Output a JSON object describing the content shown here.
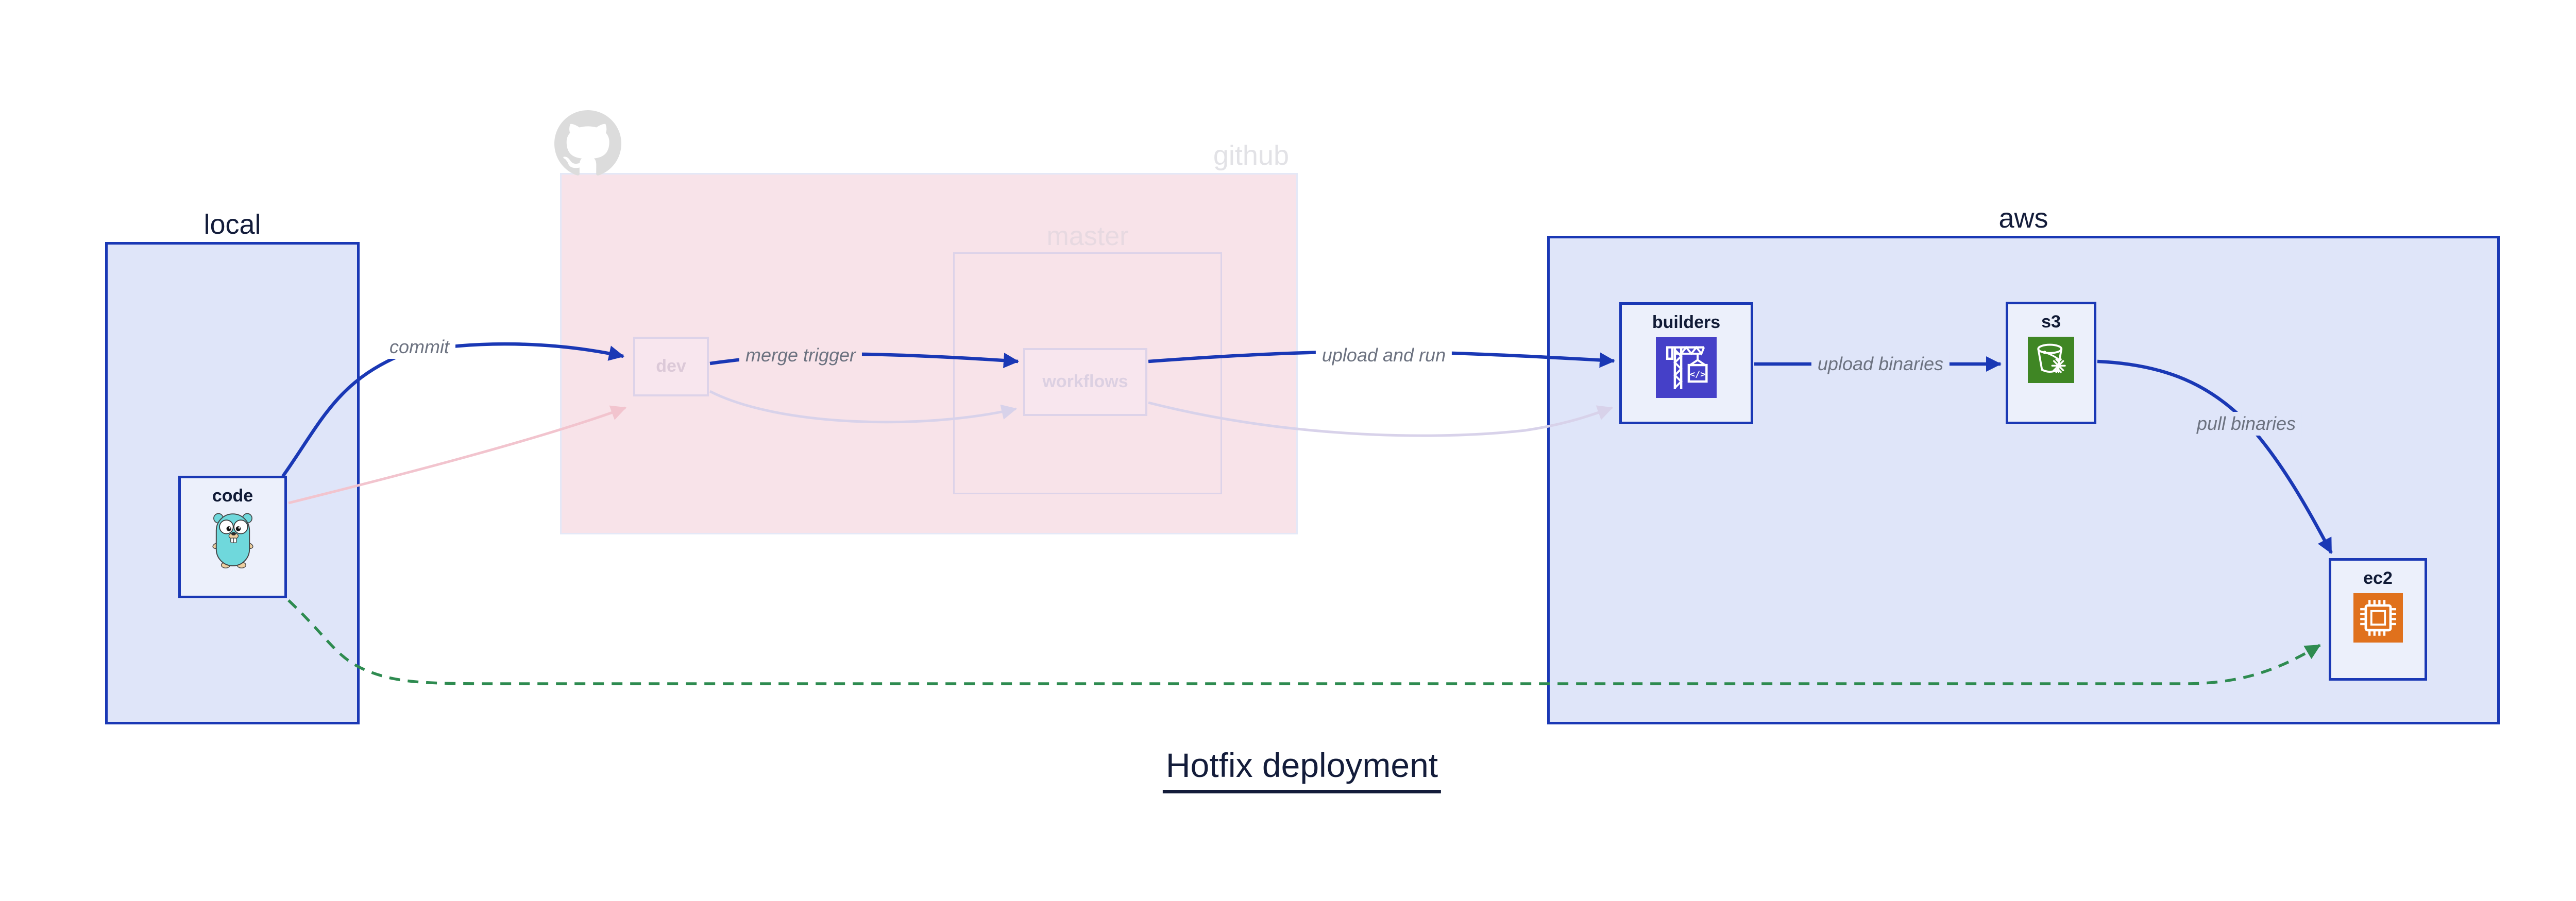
{
  "title": {
    "text": "Hotfix deployment"
  },
  "containers": {
    "local": {
      "label": "local"
    },
    "github": {
      "label": "github"
    },
    "master": {
      "label": "master"
    },
    "aws": {
      "label": "aws"
    }
  },
  "nodes": {
    "code": {
      "label": "code",
      "icon": "go-gopher-icon"
    },
    "dev": {
      "label": "dev"
    },
    "workflows": {
      "label": "workflows"
    },
    "builders": {
      "label": "builders",
      "icon": "aws-codebuild-icon"
    },
    "s3": {
      "label": "s3",
      "icon": "aws-s3-icon"
    },
    "ec2": {
      "label": "ec2",
      "icon": "aws-ec2-icon"
    }
  },
  "edges": {
    "commit": {
      "label": "commit"
    },
    "merge_trigger": {
      "label": "merge trigger"
    },
    "upload_and_run": {
      "label": "upload and run"
    },
    "upload_binaries": {
      "label": "upload binaries"
    },
    "pull_binaries": {
      "label": "pull binaries"
    }
  },
  "colors": {
    "accent_blue": "#1a38b5",
    "container_fill": "#dfe5f9",
    "node_fill": "#ecf0fb",
    "github_fill": "#f8e3e9",
    "ghost_border": "#ddd3e9",
    "ghost_pink_edge": "#f2c4ce",
    "ghost_lavender_edge": "#d8d2ea",
    "green_dashed": "#2e8b50",
    "edge_label_gray": "#6c7280",
    "text_navy": "#111b36",
    "codebuild_icon_bg": "#4540c8",
    "s3_icon_bg": "#3f8624",
    "ec2_icon_bg": "#e0711c",
    "gopher_teal": "#6fd8dc",
    "octocat_gray": "#dcdcdc"
  }
}
